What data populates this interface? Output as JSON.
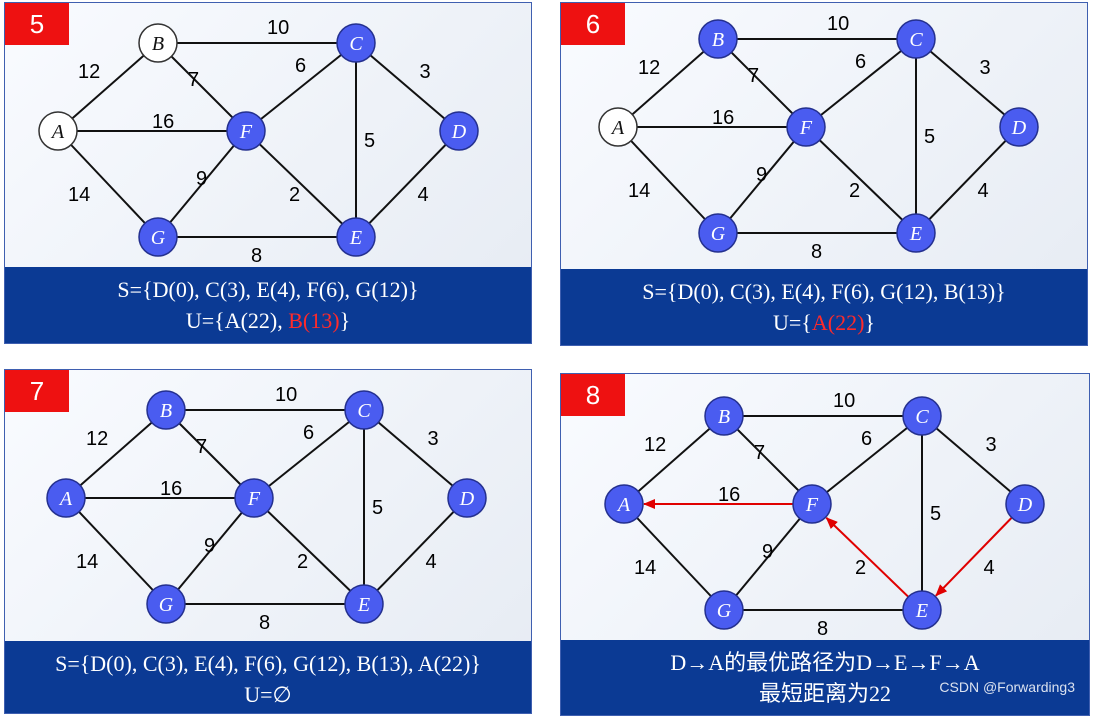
{
  "weights": {
    "AB": "12",
    "AF": "16",
    "AG": "14",
    "BC": "10",
    "BF": "7",
    "CF": "6",
    "CE": "5",
    "CD": "3",
    "FG": "9",
    "FE": "2",
    "GE": "8",
    "DE": "4"
  },
  "node_labels": {
    "A": "A",
    "B": "B",
    "C": "C",
    "D": "D",
    "E": "E",
    "F": "F",
    "G": "G"
  },
  "colors": {
    "visited_node": "#4a5cf0",
    "unvisited_node": "#ffffff",
    "badge": "#ee1111",
    "caption_bg": "#0b3a94",
    "highlight": "#ff2a2a",
    "path": "#e00000"
  },
  "panels": [
    {
      "step": "5",
      "unvisited": [
        "A",
        "B"
      ],
      "line1": "S={D(0), C(3), E(4), F(6), G(12)}",
      "line2_prefix": "U={A(22), ",
      "line2_highlight": "B(13)",
      "line2_suffix": "}"
    },
    {
      "step": "6",
      "unvisited": [
        "A"
      ],
      "line1": "S={D(0), C(3), E(4), F(6), G(12), B(13)}",
      "line2_prefix": "U={",
      "line2_highlight": "A(22)",
      "line2_suffix": "}"
    },
    {
      "step": "7",
      "unvisited": [],
      "line1": "S={D(0), C(3), E(4), F(6), G(12), B(13), A(22)}",
      "line2_prefix": "U=∅",
      "line2_highlight": "",
      "line2_suffix": ""
    },
    {
      "step": "8",
      "unvisited": [],
      "path_edges": [
        "DE",
        "EF",
        "FA"
      ],
      "line1": "D→A的最优路径为D→E→F→A",
      "line2_prefix": "最短距离为22",
      "line2_highlight": "",
      "line2_suffix": ""
    }
  ],
  "watermark": "CSDN @Forwarding3"
}
